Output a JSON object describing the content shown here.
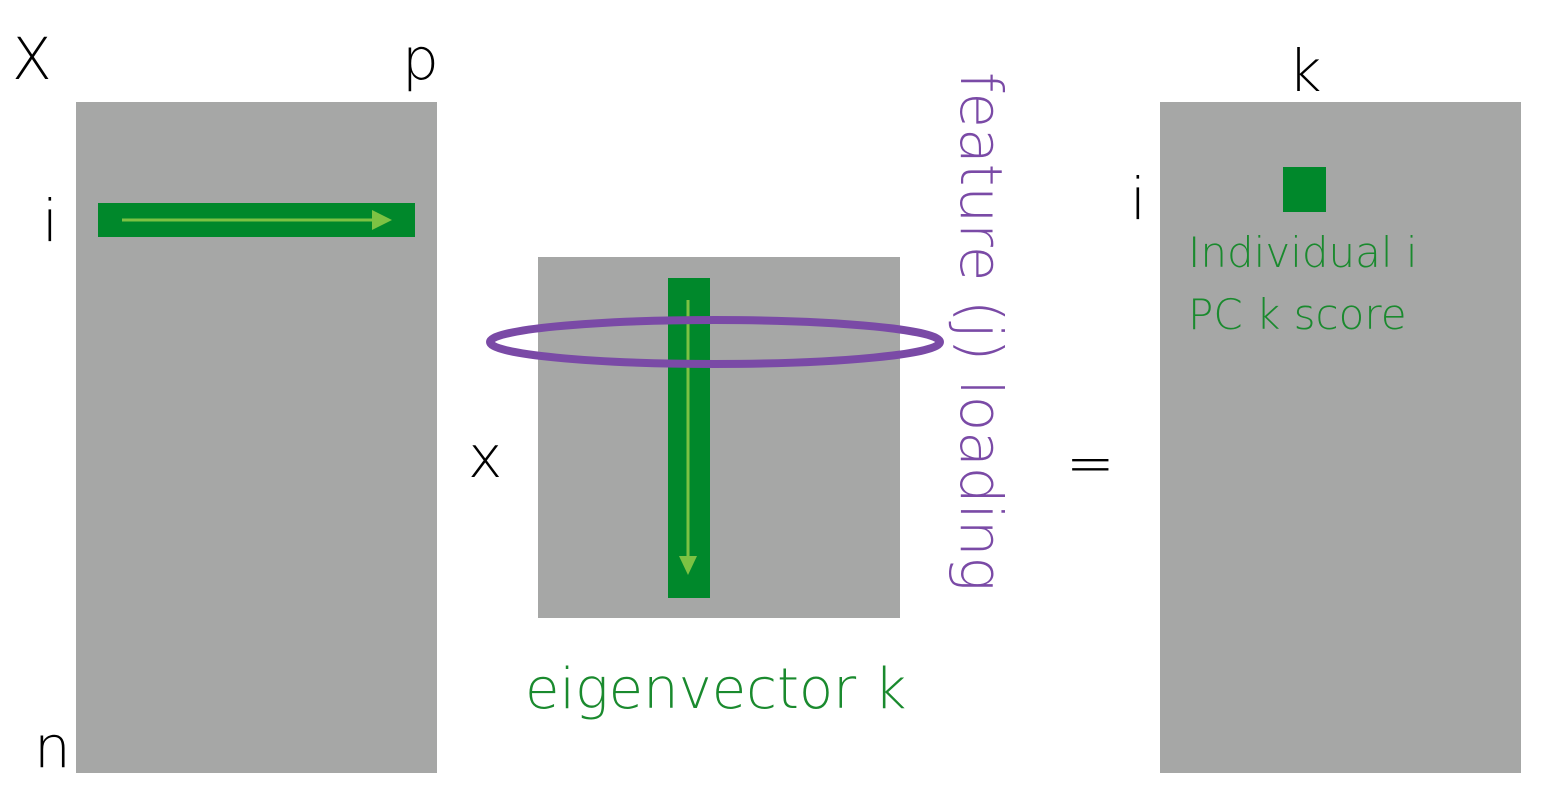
{
  "colors": {
    "matrix_gray": "#a6a7a6",
    "bar_green": "#00882b",
    "arrow_light_green": "#7cc243",
    "label_green": "#1a8a2e",
    "loading_purple": "#7a4aa6"
  },
  "matrix_x": {
    "name": "X",
    "col_label": "p",
    "row_label": "i",
    "bottom_label": "n"
  },
  "operators": {
    "times": "x",
    "equals": "="
  },
  "eigen_matrix": {
    "caption": "eigenvector k",
    "loading_label": "feature (j) loading"
  },
  "score_matrix": {
    "col_label": "k",
    "row_label": "i",
    "score_line1": "Individual i",
    "score_line2": "PC k score"
  }
}
